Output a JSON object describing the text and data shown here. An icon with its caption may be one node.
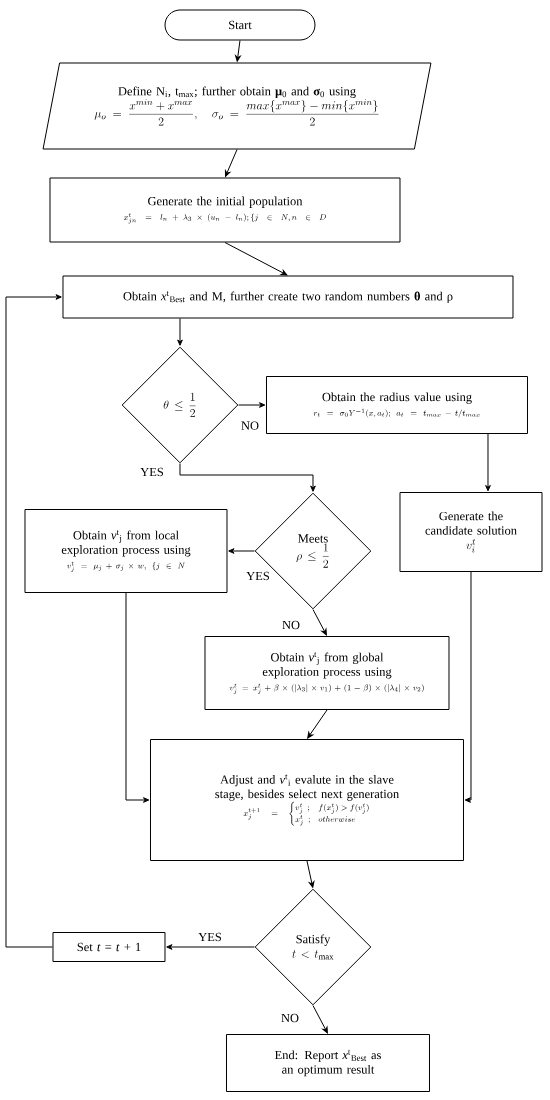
{
  "diagram": {
    "nodes": [
      {
        "text": [
          "Start"
        ]
      },
      {
        "text": [
          "Define N$_{i}$, t$_{max}$; further obtain **μ**$_{0}$ and **σ**$_{0}$ using",
          "\\mu_o=\\frac{x^{min}+x^{max}}{2},\\quad \\sigma_o=\\frac{max\\{x^{max}\\}-min\\{x^{min}\\}}{2}"
        ]
      },
      {
        "text": [
          "Generate the initial population",
          "x^t_{jn}=l_n+\\lambda_3\\times(u_n-l_n);\\{j\\in N,n\\in D"
        ]
      },
      {
        "text": [
          "Obtain *x*$^{t}$$_{Best}$ and M, further create two random numbers **θ** and ρ"
        ]
      },
      {
        "text": [
          "\\theta\\le\\frac{1}{2}"
        ]
      },
      {
        "text": [
          "Obtain the radius value using",
          "r_t=\\sigma_0 Y^{-1}(x,a_t);\\ a_t=t_{max}-t/t_{max}"
        ]
      },
      {
        "text": [
          "Meets",
          "\\rho\\le\\frac{1}{2}"
        ]
      },
      {
        "text": [
          "Generate the candidate solution",
          "v_i^t"
        ]
      },
      {
        "text": [
          "Obtain *v*$^{t}$$_{j}$ from local exploration process using",
          "v_j^t=\\mu_j+\\sigma_j\\times w,\\ \\{j\\in N"
        ]
      },
      {
        "text": [
          "Obtain *v*$^{t}$$_{j}$ from global exploration process using",
          "v_j^t=x_j^t+\\beta\\times(|\\lambda_3|\\times v_1)+(1-\\beta)\\times(|\\lambda_4|\\times v_2)"
        ]
      },
      {
        "text": [
          "Adjust and *v*$^{t}$$_{i}$ evalute in the slave stage, besides select next generation",
          "x_j^{t+1}=\\begin{cases} v_j^t\\ ; & f(x_j^t)>f(v_j^t)\\\\ x_j^t\\ ; & otherwise\\end{cases}"
        ]
      },
      {
        "text": [
          "Satisfy",
          "t<t_{\\max}"
        ]
      },
      {
        "text": [
          "Set *t* = *t* + 1"
        ]
      },
      {
        "text": [
          "End: Report *x*$^{t}$$_{Best}$ as an optimum result"
        ]
      }
    ],
    "edges": [
      {
        "from": 0,
        "to": 1,
        "arrow": "to"
      },
      {
        "from": 1,
        "to": 2,
        "arrow": "to"
      },
      {
        "from": 2,
        "to": 3,
        "arrow": "to"
      },
      {
        "from": 3,
        "to": 4,
        "arrow": "to"
      },
      {
        "from": 4,
        "to": 5,
        "arrow": "to",
        "label": "NO"
      },
      {
        "from": 4,
        "to": 6,
        "arrow": "to",
        "label": "YES"
      },
      {
        "from": 5,
        "to": 7,
        "arrow": "to"
      },
      {
        "from": 6,
        "to": 8,
        "arrow": "to",
        "label": "YES"
      },
      {
        "from": 6,
        "to": 9,
        "arrow": "to",
        "label": "NO"
      },
      {
        "from": 8,
        "to": 10,
        "arrow": "to"
      },
      {
        "from": 9,
        "to": 10,
        "arrow": "to"
      },
      {
        "from": 7,
        "to": 10,
        "arrow": "to"
      },
      {
        "from": 10,
        "to": 11,
        "arrow": "to"
      },
      {
        "from": 11,
        "to": 12,
        "arrow": "to",
        "label": "YES"
      },
      {
        "from": 12,
        "to": 3,
        "arrow": "to"
      },
      {
        "from": 11,
        "to": 13,
        "arrow": "to",
        "label": "NO"
      }
    ]
  }
}
